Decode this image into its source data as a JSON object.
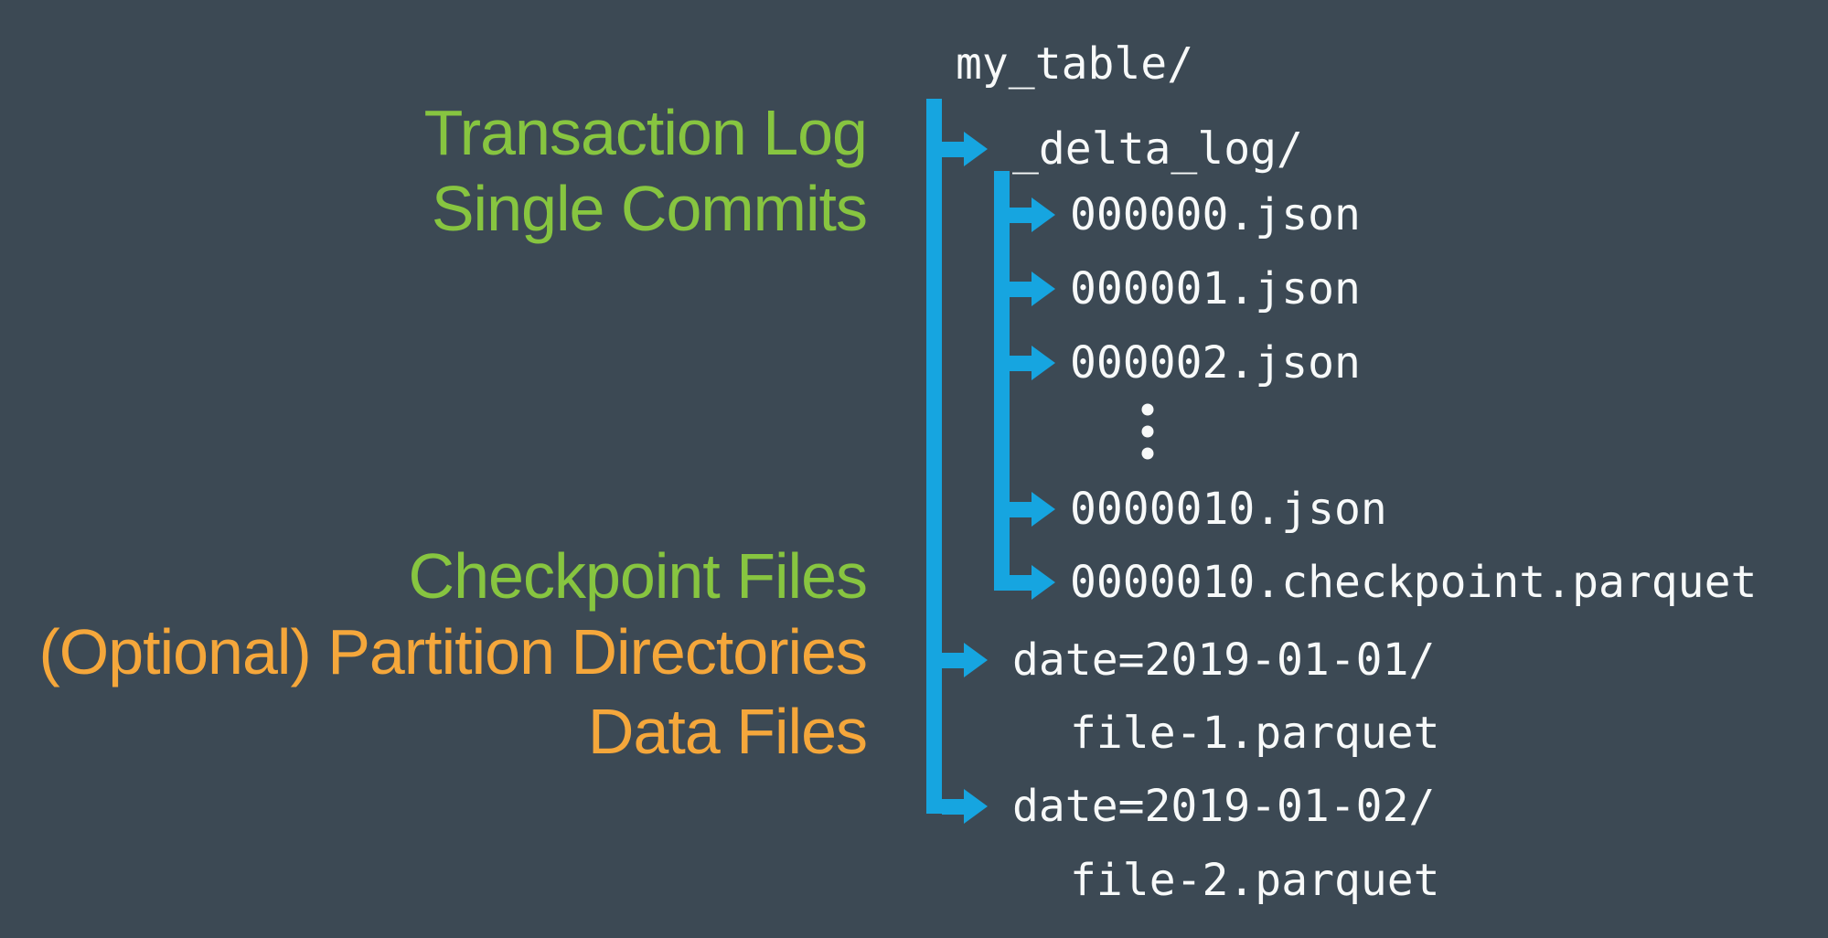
{
  "colors": {
    "background": "#3C4954",
    "line_blue": "#16A5E0",
    "label_green": "#87C540",
    "label_orange": "#F5A73B",
    "text_white": "#F7F9F9"
  },
  "annotations": [
    {
      "text": "Transaction Log",
      "color": "green"
    },
    {
      "text": "Single Commits",
      "color": "green"
    },
    {
      "text": "Checkpoint Files",
      "color": "green"
    },
    {
      "text": "(Optional) Partition Directories",
      "color": "orange"
    },
    {
      "text": "Data Files",
      "color": "orange"
    }
  ],
  "file_tree": {
    "root": "my_table/",
    "rows": [
      {
        "text": "my_table/",
        "level": 0,
        "connector": "none",
        "type": "dir"
      },
      {
        "text": "_delta_log/",
        "level": 1,
        "connector": "main",
        "type": "dir"
      },
      {
        "text": "000000.json",
        "level": 2,
        "connector": "sub",
        "type": "file"
      },
      {
        "text": "000001.json",
        "level": 2,
        "connector": "sub",
        "type": "file"
      },
      {
        "text": "000002.json",
        "level": 2,
        "connector": "sub",
        "type": "file"
      },
      {
        "text": "⋮",
        "level": 2,
        "connector": "none",
        "type": "ellipsis"
      },
      {
        "text": "0000010.json",
        "level": 2,
        "connector": "sub",
        "type": "file"
      },
      {
        "text": "0000010.checkpoint.parquet",
        "level": 2,
        "connector": "sub",
        "type": "file"
      },
      {
        "text": "date=2019-01-01/",
        "level": 1,
        "connector": "main",
        "type": "dir"
      },
      {
        "text": "file-1.parquet",
        "level": 2,
        "connector": "none",
        "type": "file"
      },
      {
        "text": "date=2019-01-02/",
        "level": 1,
        "connector": "main",
        "type": "dir"
      },
      {
        "text": "file-2.parquet",
        "level": 2,
        "connector": "none",
        "type": "file"
      }
    ]
  }
}
